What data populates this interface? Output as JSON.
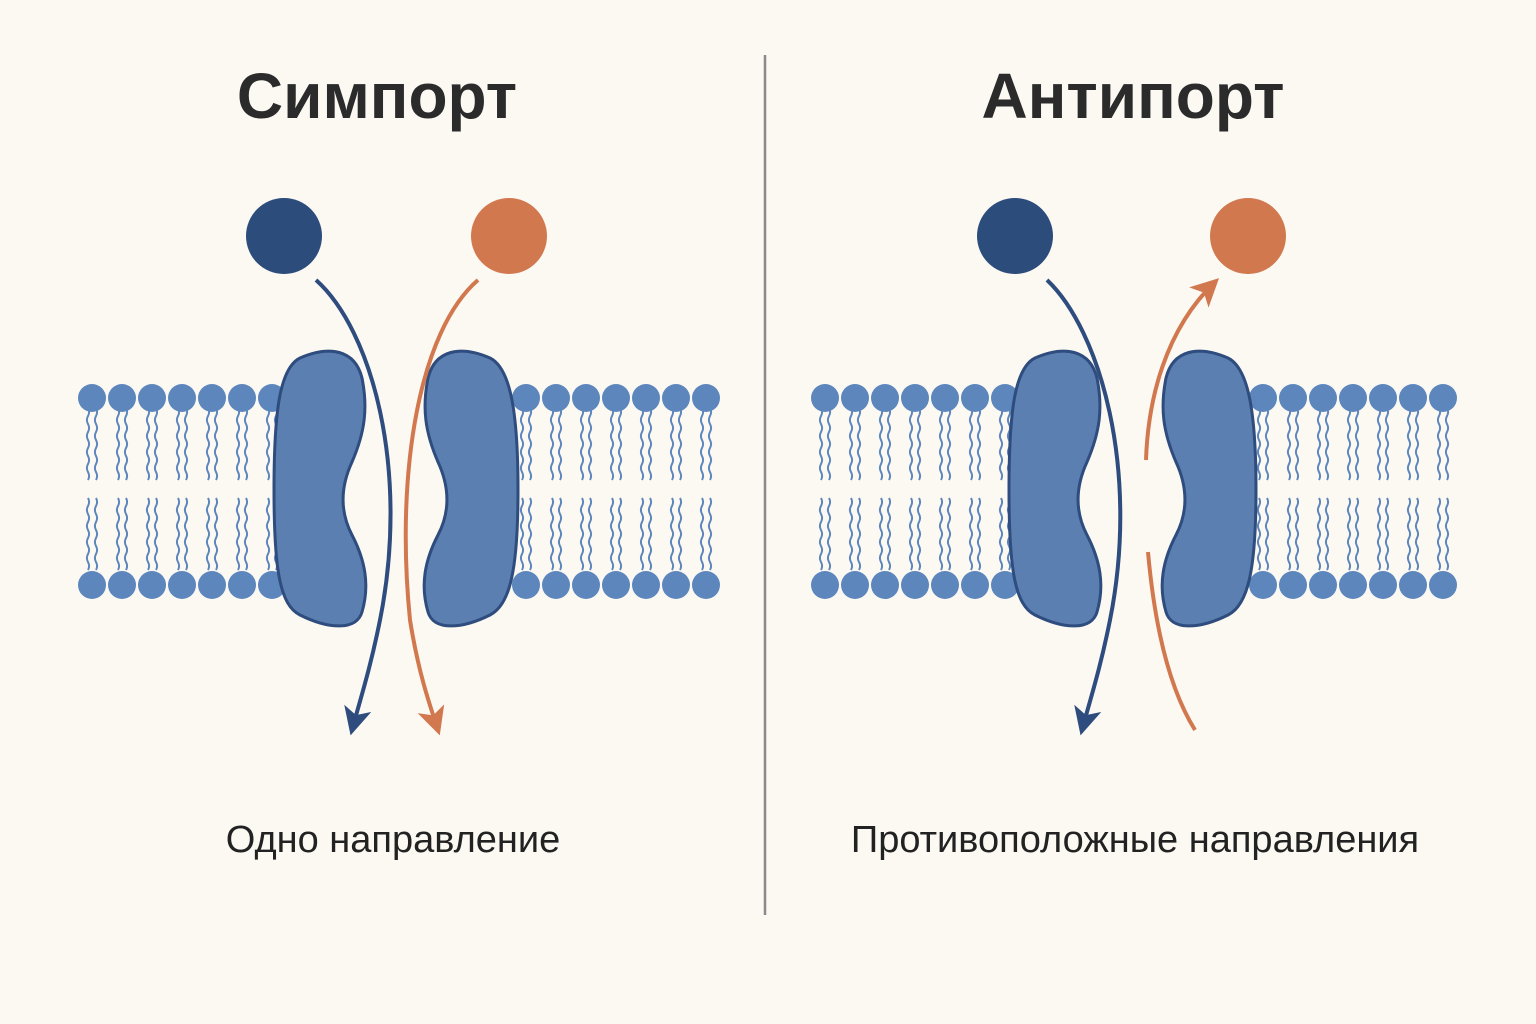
{
  "panels": [
    {
      "id": "symport",
      "title": "Симпорт",
      "caption": "Одно направление",
      "direction": "same"
    },
    {
      "id": "antiport",
      "title": "Антипорт",
      "caption": "Противоположные направления",
      "direction": "opposite"
    }
  ],
  "colors": {
    "background": "#fcf9f3",
    "molecule_a": "#2c4c7c",
    "molecule_b": "#d2784f",
    "protein_fill": "#5a7fb0",
    "protein_stroke": "#2e4c7d",
    "lipid": "#5d86bd",
    "divider": "#8a8a8a",
    "text": "#2b2b2b"
  }
}
